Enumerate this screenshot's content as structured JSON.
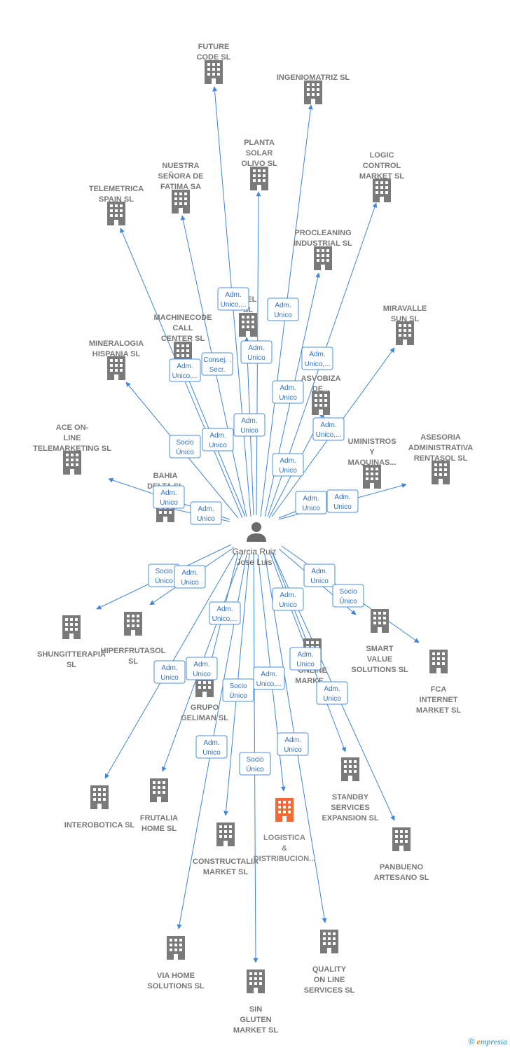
{
  "center": {
    "name_lines": [
      "Garcia Ruiz",
      "Jose Luis"
    ]
  },
  "colors": {
    "edge": "#3f86d8",
    "building": "#7a7a7a",
    "highlight": "#f26a35",
    "center_icon": "#6a6a6a"
  },
  "companies": [
    {
      "id": "future-code",
      "lines": [
        "FUTURE",
        "CODE  SL"
      ]
    },
    {
      "id": "ingeniomatriz",
      "lines": [
        "INGENIOMATRIZ SL"
      ]
    },
    {
      "id": "planta-solar",
      "lines": [
        "PLANTA",
        "SOLAR",
        "OLIVO SL"
      ]
    },
    {
      "id": "logic-control",
      "lines": [
        "LOGIC",
        "CONTROL",
        "MARKET  SL"
      ]
    },
    {
      "id": "nuestra-senora",
      "lines": [
        "NUESTRA",
        "SEÑORA DE",
        "FATIMA SA"
      ]
    },
    {
      "id": "telemetrica",
      "lines": [
        "TELEMETRICA",
        "SPAIN  SL"
      ]
    },
    {
      "id": "procleaning",
      "lines": [
        "PROCLEANING",
        "INDUSTRIAL SL"
      ]
    },
    {
      "id": "a-el",
      "lines": [
        "A EL",
        "SL"
      ]
    },
    {
      "id": "machinecode",
      "lines": [
        "MACHINECODE",
        "CALL",
        "CENTER  SL"
      ]
    },
    {
      "id": "miravalle",
      "lines": [
        "MIRAVALLE",
        "SUN  SL"
      ]
    },
    {
      "id": "mineralogia",
      "lines": [
        "MINERALOGIA",
        "HISPANIA  SL"
      ]
    },
    {
      "id": "asvobiza",
      "lines": [
        "ASVOBIZA",
        "DE..."
      ]
    },
    {
      "id": "ace-online-tele",
      "lines": [
        "ACE ON-",
        "LINE",
        "TELEMARKETING SL"
      ]
    },
    {
      "id": "suministros",
      "lines": [
        "UMINISTROS",
        "Y",
        "MAQUINAS..."
      ]
    },
    {
      "id": "asesoria",
      "lines": [
        "ASESORIA",
        "ADMINISTRATIVA",
        "RENTASOL SL"
      ]
    },
    {
      "id": "bahia-delta",
      "lines": [
        "BAHIA",
        "DELTA SL"
      ]
    },
    {
      "id": "shungitterapia",
      "lines": [
        "SHUNGITTERAPIA",
        "SL"
      ]
    },
    {
      "id": "hiperfrutasol",
      "lines": [
        "HIPERFRUTASOL",
        "SL"
      ]
    },
    {
      "id": "smart-value",
      "lines": [
        "SMART",
        "VALUE",
        "SOLUTIONS SL"
      ]
    },
    {
      "id": "fca-internet",
      "lines": [
        "FCA",
        "INTERNET",
        "MARKET  SL"
      ]
    },
    {
      "id": "ace-online-market",
      "lines": [
        "ACE",
        "ONLINE",
        "MARKE..."
      ]
    },
    {
      "id": "grupo-geliman",
      "lines": [
        "GRUPO",
        "GELIMAN  SL"
      ]
    },
    {
      "id": "interobotica",
      "lines": [
        "INTEROBOTICA SL"
      ]
    },
    {
      "id": "frutalia",
      "lines": [
        "FRUTALIA",
        "HOME  SL"
      ]
    },
    {
      "id": "standby",
      "lines": [
        "STANDBY",
        "SERVICES",
        "EXPANSION SL"
      ]
    },
    {
      "id": "constructalia",
      "lines": [
        "CONSTRUCTALIA",
        "MARKET  SL"
      ]
    },
    {
      "id": "logistica",
      "lines": [
        "LOGISTICA",
        "&",
        "DISTRIBUCION..."
      ],
      "highlight": true
    },
    {
      "id": "panbueno",
      "lines": [
        "PANBUENO",
        "ARTESANO  SL"
      ]
    },
    {
      "id": "via-home",
      "lines": [
        "VIA HOME",
        "SOLUTIONS SL"
      ]
    },
    {
      "id": "quality",
      "lines": [
        "QUALITY",
        "ON LINE",
        "SERVICES  SL"
      ]
    },
    {
      "id": "sin-gluten",
      "lines": [
        "SIN",
        "GLUTEN",
        "MARKET  SL"
      ]
    }
  ],
  "roles": [
    {
      "id": "r1",
      "lines": [
        "Adm.",
        "Unico,..."
      ]
    },
    {
      "id": "r2",
      "lines": [
        "Adm.",
        "Unico"
      ]
    },
    {
      "id": "r3",
      "lines": [
        "Adm.",
        "Unico"
      ]
    },
    {
      "id": "r4",
      "lines": [
        "Adm.",
        "Unico,..."
      ]
    },
    {
      "id": "r5",
      "lines": [
        "Consej. .",
        "Secr."
      ]
    },
    {
      "id": "r6",
      "lines": [
        "Adm.",
        "Unico,..."
      ]
    },
    {
      "id": "r7",
      "lines": [
        "Adm.",
        "Unico"
      ]
    },
    {
      "id": "r8",
      "lines": [
        "Adm.",
        "Unico"
      ]
    },
    {
      "id": "r9",
      "lines": [
        "Socio",
        "Único"
      ]
    },
    {
      "id": "r10",
      "lines": [
        "Adm.",
        "Unico"
      ]
    },
    {
      "id": "r11",
      "lines": [
        "Adm.",
        "Unico,..."
      ]
    },
    {
      "id": "r12",
      "lines": [
        "Adm.",
        "Unico"
      ]
    },
    {
      "id": "r13",
      "lines": [
        "Adm.",
        "Unico"
      ]
    },
    {
      "id": "r14",
      "lines": [
        "Adm.",
        "Unico"
      ]
    },
    {
      "id": "r15",
      "lines": [
        "Adm.",
        "Unico"
      ]
    },
    {
      "id": "r16",
      "lines": [
        "Adm.",
        "Unico"
      ]
    },
    {
      "id": "r17",
      "lines": [
        "Socio",
        "Único"
      ]
    },
    {
      "id": "r18",
      "lines": [
        "Adm.",
        "Unico"
      ]
    },
    {
      "id": "r19",
      "lines": [
        "Adm.",
        "Unico"
      ]
    },
    {
      "id": "r20",
      "lines": [
        "Socio",
        "Único"
      ]
    },
    {
      "id": "r21",
      "lines": [
        "Adm.",
        "Unico"
      ]
    },
    {
      "id": "r22",
      "lines": [
        "Adm.",
        "Unico,..."
      ]
    },
    {
      "id": "r23",
      "lines": [
        "Adm.",
        "Unico"
      ]
    },
    {
      "id": "r24",
      "lines": [
        "Adm.",
        "Unico"
      ]
    },
    {
      "id": "r25",
      "lines": [
        "Socio",
        "Único"
      ]
    },
    {
      "id": "r26",
      "lines": [
        "Adm.",
        "Unico,..."
      ]
    },
    {
      "id": "r27",
      "lines": [
        "Adm.",
        "Unico"
      ]
    },
    {
      "id": "r28",
      "lines": [
        "Adm.",
        "Unico"
      ]
    },
    {
      "id": "r29",
      "lines": [
        "Adm.",
        "Unico"
      ]
    },
    {
      "id": "r30",
      "lines": [
        "Adm.",
        "Unico"
      ]
    },
    {
      "id": "r31",
      "lines": [
        "Socio",
        "Único"
      ]
    }
  ],
  "footer": {
    "copyright": "©",
    "brand_initial": "e",
    "brand_rest": "mpresia"
  }
}
